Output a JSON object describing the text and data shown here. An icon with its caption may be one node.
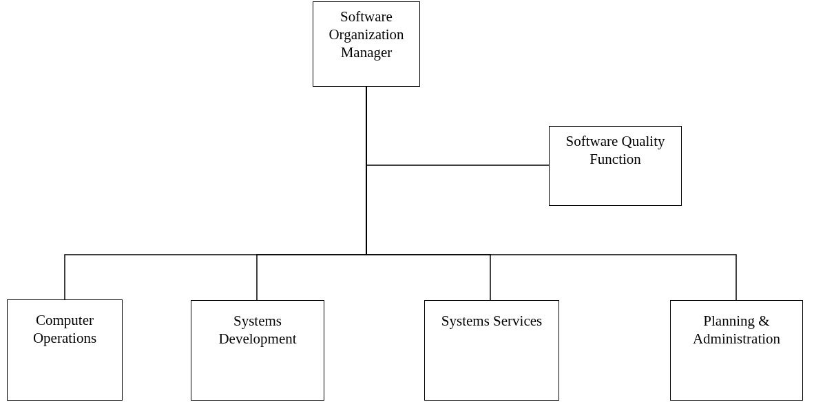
{
  "diagram": {
    "nodes": [
      {
        "text": [
          "Software Organization Manager"
        ]
      },
      {
        "text": [
          "Software Quality Function"
        ]
      },
      {
        "text": [
          "Computer Operations"
        ]
      },
      {
        "text": [
          "Systems Development"
        ]
      },
      {
        "text": [
          "Systems Services"
        ]
      },
      {
        "text": [
          "Planning & Administration"
        ]
      }
    ],
    "edges": [
      {
        "from": 0,
        "to": 1,
        "arrow": "none"
      },
      {
        "from": 0,
        "to": 2,
        "arrow": "none"
      },
      {
        "from": 0,
        "to": 3,
        "arrow": "none"
      },
      {
        "from": 0,
        "to": 4,
        "arrow": "none"
      },
      {
        "from": 0,
        "to": 5,
        "arrow": "none"
      }
    ]
  }
}
